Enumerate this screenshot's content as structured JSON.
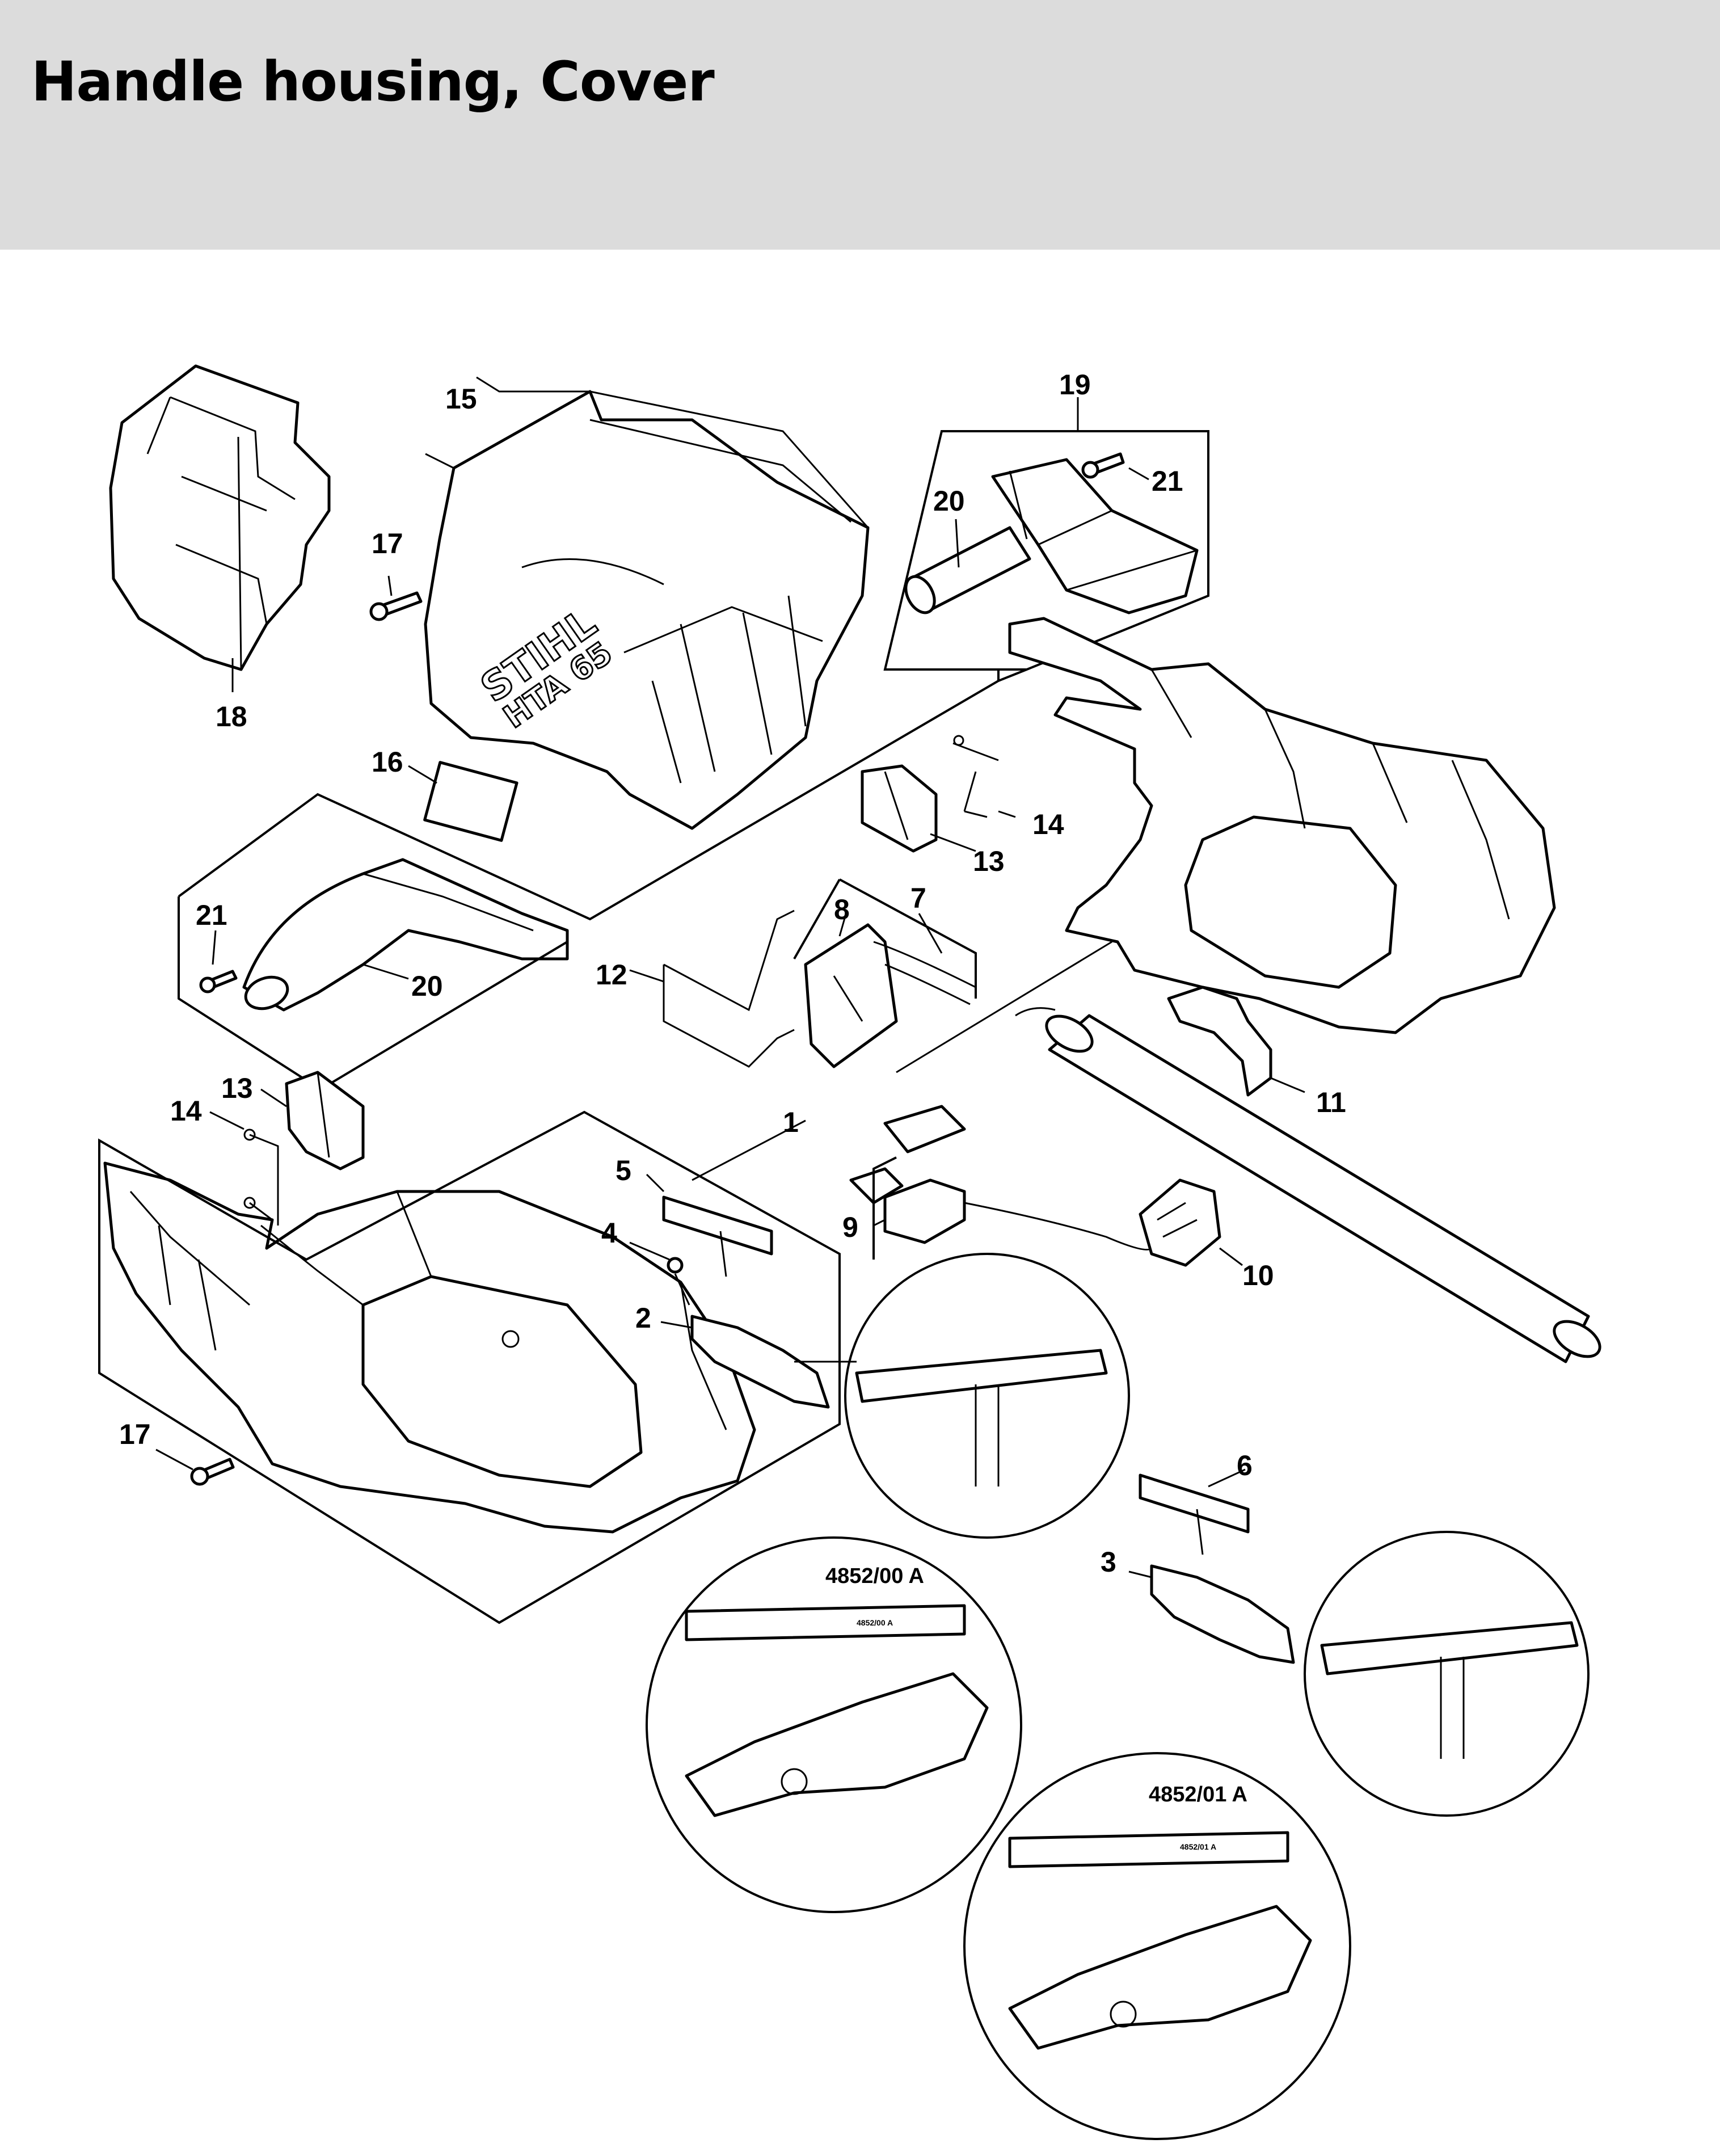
{
  "page": {
    "title": "Handle housing, Cover"
  },
  "brand_text": {
    "name": "STIHL",
    "model": "HTA 65"
  },
  "callouts": [
    {
      "id": "c15",
      "text": "15"
    },
    {
      "id": "c19",
      "text": "19"
    },
    {
      "id": "c21a",
      "text": "21"
    },
    {
      "id": "c20a",
      "text": "20"
    },
    {
      "id": "c17a",
      "text": "17"
    },
    {
      "id": "c18",
      "text": "18"
    },
    {
      "id": "c16",
      "text": "16"
    },
    {
      "id": "c14a",
      "text": "14"
    },
    {
      "id": "c13a",
      "text": "13"
    },
    {
      "id": "c7",
      "text": "7"
    },
    {
      "id": "c8",
      "text": "8"
    },
    {
      "id": "c21b",
      "text": "21"
    },
    {
      "id": "c20b",
      "text": "20"
    },
    {
      "id": "c12",
      "text": "12"
    },
    {
      "id": "c11",
      "text": "11"
    },
    {
      "id": "c13b",
      "text": "13"
    },
    {
      "id": "c14b",
      "text": "14"
    },
    {
      "id": "c1",
      "text": "1"
    },
    {
      "id": "c5",
      "text": "5"
    },
    {
      "id": "c9",
      "text": "9"
    },
    {
      "id": "c10",
      "text": "10"
    },
    {
      "id": "c4",
      "text": "4"
    },
    {
      "id": "c2",
      "text": "2"
    },
    {
      "id": "c17b",
      "text": "17"
    },
    {
      "id": "c6",
      "text": "6"
    },
    {
      "id": "c3",
      "text": "3"
    }
  ],
  "detail_codes": [
    {
      "id": "d1",
      "text": "4852/00 A"
    },
    {
      "id": "d2",
      "text": "4852/01 A"
    }
  ]
}
